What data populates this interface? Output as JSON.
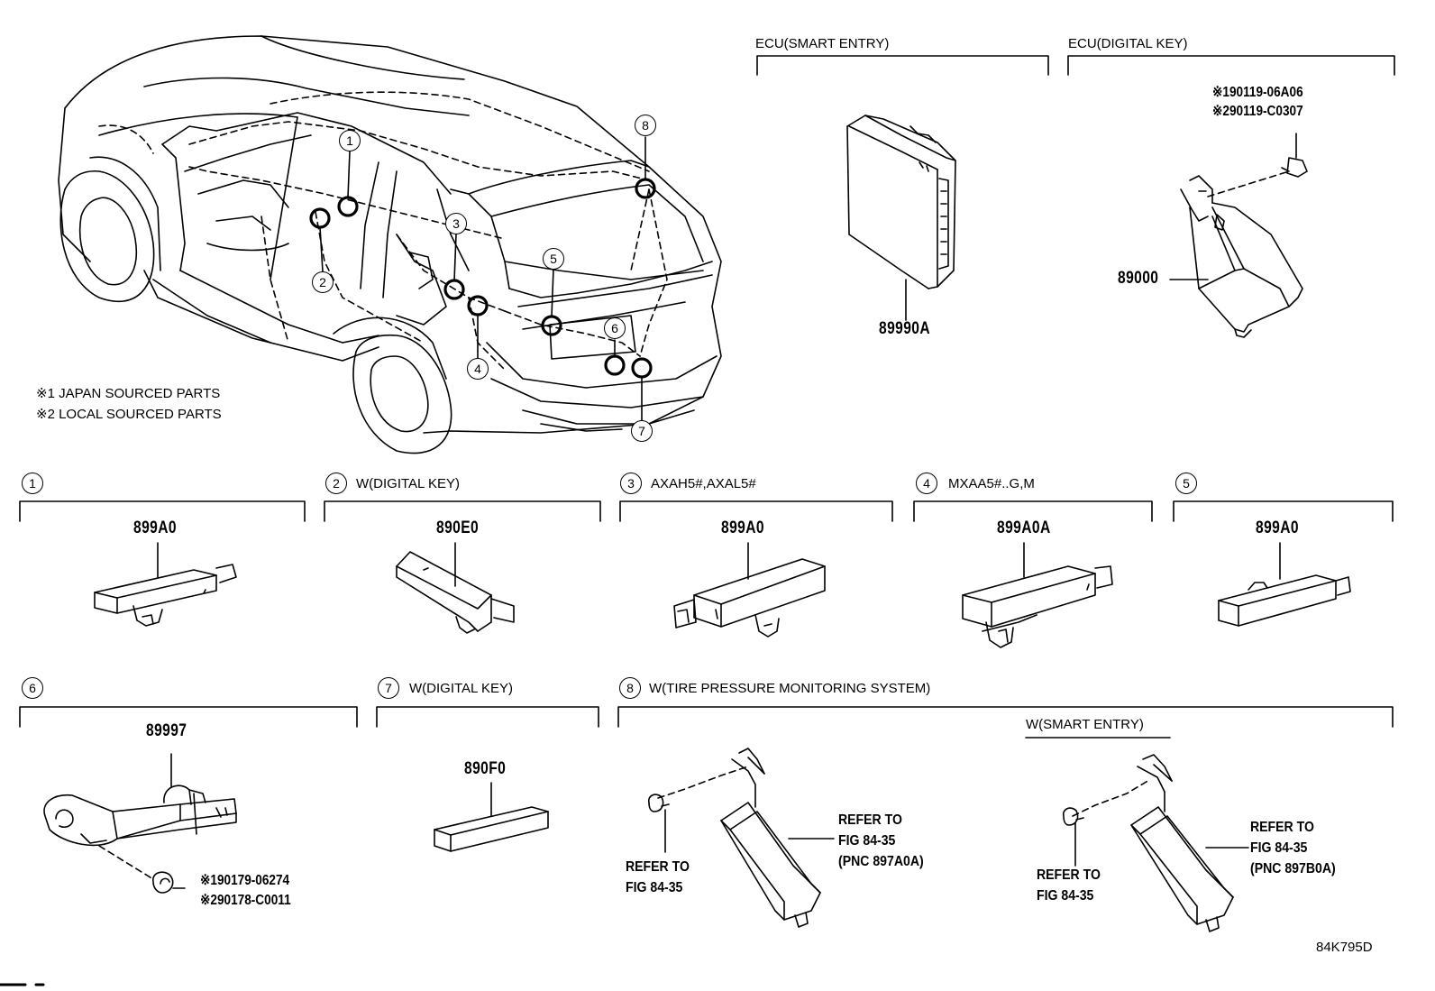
{
  "notes": {
    "japan": "※1 JAPAN SOURCED PARTS",
    "local": "※2 LOCAL SOURCED PARTS"
  },
  "top_sections": {
    "smart_entry": {
      "title": "ECU(SMART ENTRY)",
      "part": "89990A"
    },
    "digital_key": {
      "title": "ECU(DIGITAL KEY)",
      "part": "89000",
      "code1": "※190119-06A06",
      "code2": "※290119-C0307"
    }
  },
  "car_markers": [
    "1",
    "2",
    "3",
    "4",
    "5",
    "6",
    "7",
    "8"
  ],
  "sections": {
    "s1": {
      "num": "1",
      "title": "",
      "part": "899A0"
    },
    "s2": {
      "num": "2",
      "title": "W(DIGITAL KEY)",
      "part": "890E0"
    },
    "s3": {
      "num": "3",
      "title": "AXAH5#,AXAL5#",
      "part": "899A0"
    },
    "s4": {
      "num": "4",
      "title": "MXAA5#..G,M",
      "part": "899A0A"
    },
    "s5": {
      "num": "5",
      "title": "",
      "part": "899A0"
    },
    "s6": {
      "num": "6",
      "title": "",
      "part": "89997",
      "code1": "※190179-06274",
      "code2": "※290178-C0011"
    },
    "s7": {
      "num": "7",
      "title": "W(DIGITAL KEY)",
      "part": "890F0"
    },
    "s8": {
      "num": "8",
      "title": "W(TIRE PRESSURE MONITORING SYSTEM)",
      "sub": "W(SMART ENTRY)",
      "left_ref_bolt": [
        "REFER TO",
        "FIG 84-35"
      ],
      "left_ref_part": [
        "REFER TO",
        "FIG 84-35",
        "(PNC 897A0A)"
      ],
      "right_ref_bolt": [
        "REFER TO",
        "FIG 84-35"
      ],
      "right_ref_part": [
        "REFER TO",
        "FIG 84-35",
        "(PNC 897B0A)"
      ]
    }
  },
  "figure_id": "84K795D"
}
